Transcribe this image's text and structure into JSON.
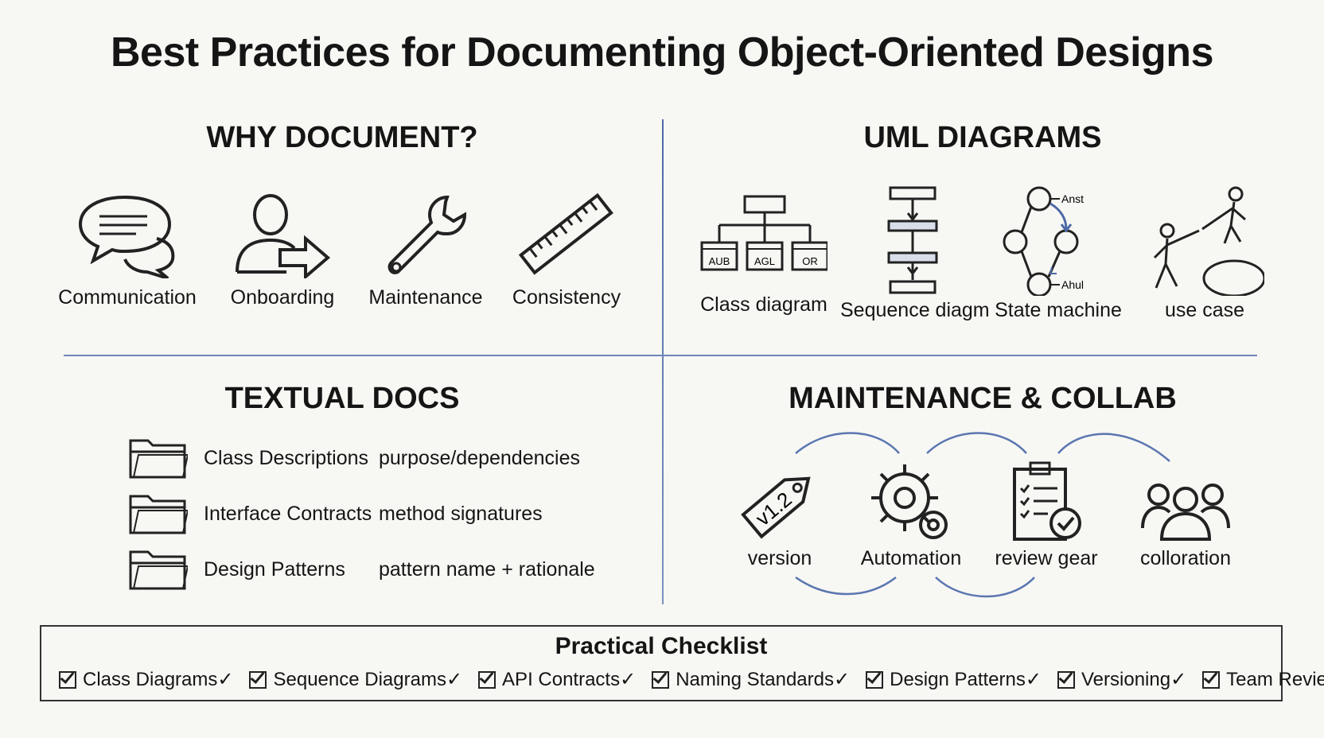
{
  "title": "Best Practices for Documenting Object-Oriented Designs",
  "why": {
    "title": "WHY DOCUMENT?",
    "items": [
      {
        "label": "Communication",
        "icon": "speech-bubbles-icon"
      },
      {
        "label": "Onboarding",
        "icon": "person-arrow-icon"
      },
      {
        "label": "Maintenance",
        "icon": "wrench-icon"
      },
      {
        "label": "Consistency",
        "icon": "ruler-icon"
      }
    ]
  },
  "uml": {
    "title": "UML DIAGRAMS",
    "items": [
      {
        "label": "Class diagram",
        "icon": "class-diagram-icon"
      },
      {
        "label": "Sequence diagm",
        "icon": "sequence-diagram-icon"
      },
      {
        "label": "State machine",
        "icon": "state-machine-icon"
      },
      {
        "label": "use case",
        "icon": "use-case-icon"
      }
    ],
    "class_boxes": [
      "AUB",
      "AGL",
      "OR"
    ],
    "state_labels": [
      "Anst",
      "Ahul"
    ]
  },
  "textual": {
    "title": "TEXTUAL DOCS",
    "rows": [
      {
        "name": "Class Descriptions",
        "desc": "purpose/dependencies"
      },
      {
        "name": "Interface Contracts",
        "desc": "method signatures"
      },
      {
        "name": "Design Patterns",
        "desc": "pattern name + rationale"
      }
    ]
  },
  "maint": {
    "title": "MAINTENANCE & COLLAB",
    "items": [
      {
        "label": "version",
        "icon": "version-tag-icon"
      },
      {
        "label": "Automation",
        "icon": "gears-icon"
      },
      {
        "label": "review gear",
        "icon": "clipboard-check-icon"
      },
      {
        "label": "colloration",
        "icon": "people-group-icon"
      }
    ],
    "tag_text": "v1.2"
  },
  "checklist": {
    "title": "Practical Checklist",
    "items": [
      "Class Diagrams✓",
      "Sequence Diagrams✓",
      "API Contracts✓",
      "Naming Standards✓",
      "Design Patterns✓",
      "Versioning✓",
      "Team Review✓"
    ]
  }
}
